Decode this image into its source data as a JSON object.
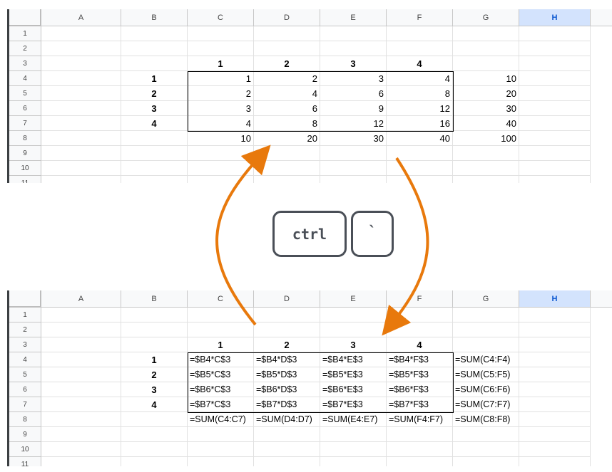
{
  "columns": [
    "A",
    "B",
    "C",
    "D",
    "E",
    "F",
    "G",
    "H"
  ],
  "selected_column": "H",
  "rows": [
    "1",
    "2",
    "3",
    "4",
    "5",
    "6",
    "7",
    "8",
    "9",
    "10",
    "11"
  ],
  "values_view": {
    "row3": {
      "C": "1",
      "D": "2",
      "E": "3",
      "F": "4"
    },
    "row_headers": {
      "r4": "1",
      "r5": "2",
      "r6": "3",
      "r7": "4"
    },
    "grid": [
      [
        "1",
        "2",
        "3",
        "4",
        "10"
      ],
      [
        "2",
        "4",
        "6",
        "8",
        "20"
      ],
      [
        "3",
        "6",
        "9",
        "12",
        "30"
      ],
      [
        "4",
        "8",
        "12",
        "16",
        "40"
      ]
    ],
    "totals": [
      "10",
      "20",
      "30",
      "40",
      "100"
    ]
  },
  "formulas_view": {
    "row3": {
      "C": "1",
      "D": "2",
      "E": "3",
      "F": "4"
    },
    "row_headers": {
      "r4": "1",
      "r5": "2",
      "r6": "3",
      "r7": "4"
    },
    "grid": [
      [
        "=$B4*C$3",
        "=$B4*D$3",
        "=$B4*E$3",
        "=$B4*F$3",
        "=SUM(C4:F4)"
      ],
      [
        "=$B5*C$3",
        "=$B5*D$3",
        "=$B5*E$3",
        "=$B5*F$3",
        "=SUM(C5:F5)"
      ],
      [
        "=$B6*C$3",
        "=$B6*D$3",
        "=$B6*E$3",
        "=$B6*F$3",
        "=SUM(C6:F6)"
      ],
      [
        "=$B7*C$3",
        "=$B7*D$3",
        "=$B7*E$3",
        "=$B7*F$3",
        "=SUM(C7:F7)"
      ]
    ],
    "totals": [
      "=SUM(C4:C7)",
      "=SUM(D4:D7)",
      "=SUM(E4:E7)",
      "=SUM(F4:F7)",
      "=SUM(C8:F8)"
    ]
  },
  "shortcut": {
    "key1": "ctrl",
    "key2": "`"
  },
  "colors": {
    "arrow": "#e8790c",
    "key_border": "#4a4f57",
    "header_bg": "#f8f9fa",
    "selected_header_bg": "#d3e3fd"
  }
}
